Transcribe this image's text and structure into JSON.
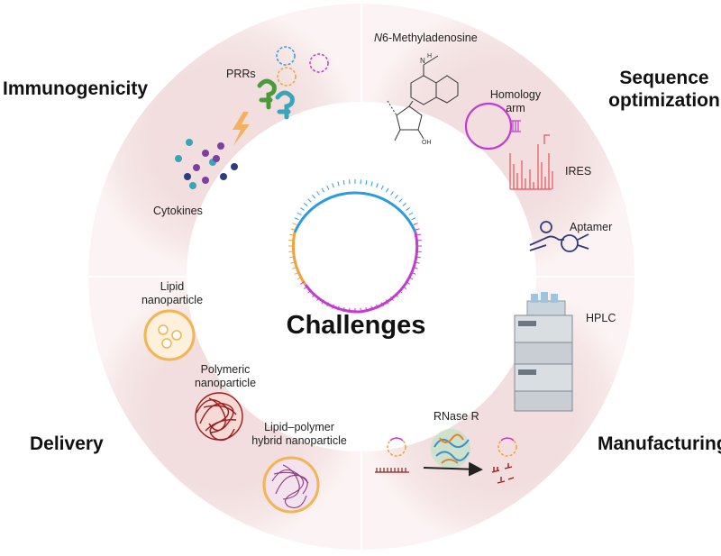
{
  "center": {
    "title": "Challenges"
  },
  "quadrants": {
    "immunogenicity": {
      "title": "Immunogenicity",
      "labels": {
        "prrs": "PRRs",
        "cytokines": "Cytokines"
      }
    },
    "sequence_optimization": {
      "title_line1": "Sequence",
      "title_line2": "optimization",
      "labels": {
        "m6a_italic": "N",
        "m6a_rest": "6-Methyladenosine",
        "homology_line1": "Homology",
        "homology_line2": "arm",
        "ires": "IRES",
        "aptamer": "Aptamer"
      },
      "structure_labels": {
        "nh": "N",
        "h": "H",
        "oh": "OH"
      }
    },
    "delivery": {
      "title": "Delivery",
      "labels": {
        "lipid_line1": "Lipid",
        "lipid_line2": "nanoparticle",
        "polymeric_line1": "Polymeric",
        "polymeric_line2": "nanoparticle",
        "hybrid_line1": "Lipid–polymer",
        "hybrid_line2": "hybrid nanoparticle"
      }
    },
    "manufacturing": {
      "title": "Manufacturing",
      "labels": {
        "hplc": "HPLC",
        "rnase": "RNase R"
      }
    }
  },
  "colors": {
    "ring": "#f6e6e6",
    "ring_edge": "#fbf2f2",
    "blue": "#2b9be0",
    "magenta": "#c43bd0",
    "orange": "#f2a23a",
    "lipid": "#f3b451",
    "polymer": "#9b1c1c",
    "ires": "#e8525a",
    "aptamer": "#2f3b7d",
    "prr_green": "#4a9a3b",
    "prr_teal": "#3aa4b8",
    "bolt": "#f4a94b"
  }
}
